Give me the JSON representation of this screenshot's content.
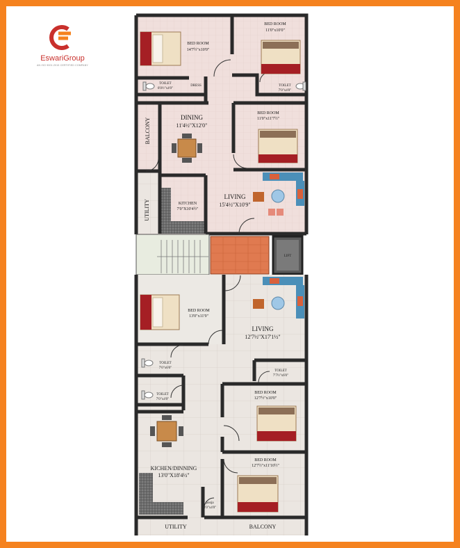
{
  "brand": {
    "name": "EswariGroup",
    "tagline": "AN ISO 9001:2015 CERTIFIED COMPANY",
    "colors": {
      "orange": "#f5821f",
      "red": "#c9302c"
    }
  },
  "floor_plan": {
    "upper_unit": {
      "bedroom_1": {
        "name": "BED ROOM",
        "size": "14'7½\"x10'0\""
      },
      "bedroom_2": {
        "name": "BED ROOM",
        "size": "11'0\"x10'0\""
      },
      "toilet_1": {
        "name": "TOILET",
        "size": "6'0½\"x4'0\""
      },
      "dress": {
        "name": "DRESS"
      },
      "toilet_2": {
        "name": "TOILET",
        "size": "7'0\"x4'0\""
      },
      "dining": {
        "name": "DINING",
        "size": "11'4½\"X12'0\""
      },
      "balcony": {
        "name": "BALCONY"
      },
      "bedroom_3": {
        "name": "BED ROOM",
        "size": "11'0\"x11'7½\""
      },
      "kitchen": {
        "name": "KITCHEN",
        "size": "7'0\"X10'4½\""
      },
      "living": {
        "name": "LIVING",
        "size": "15'4½\"X10'9\""
      },
      "utility": {
        "name": "UTILITY"
      }
    },
    "lift": {
      "name": "LIFT"
    },
    "lower_unit": {
      "bedroom_1": {
        "name": "BED ROOM",
        "size": "13'0\"x11'9\""
      },
      "living": {
        "name": "LIVING",
        "size": "12'7½\"X17'1½\""
      },
      "toilet_1": {
        "name": "TOILET",
        "size": "7'0\"x6'0\""
      },
      "toilet_2": {
        "name": "TOILET",
        "size": "7'7½\"x6'0\""
      },
      "toilet_3": {
        "name": "TOILET",
        "size": "7'0\"x4'0\""
      },
      "bedroom_2": {
        "name": "BED ROOM",
        "size": "12'7½\"x10'0\""
      },
      "kitchen_dining": {
        "name": "KICHEN/DINNING",
        "size": "13'0\"X18'4½\""
      },
      "bedroom_3": {
        "name": "BED ROOM",
        "size": "12'7½\"x11'10½\""
      },
      "pooja": {
        "name": "pooja",
        "size": "3'0\"x4'0\""
      },
      "utility": {
        "name": "UTILITY"
      },
      "balcony": {
        "name": "BALCONY"
      }
    }
  }
}
